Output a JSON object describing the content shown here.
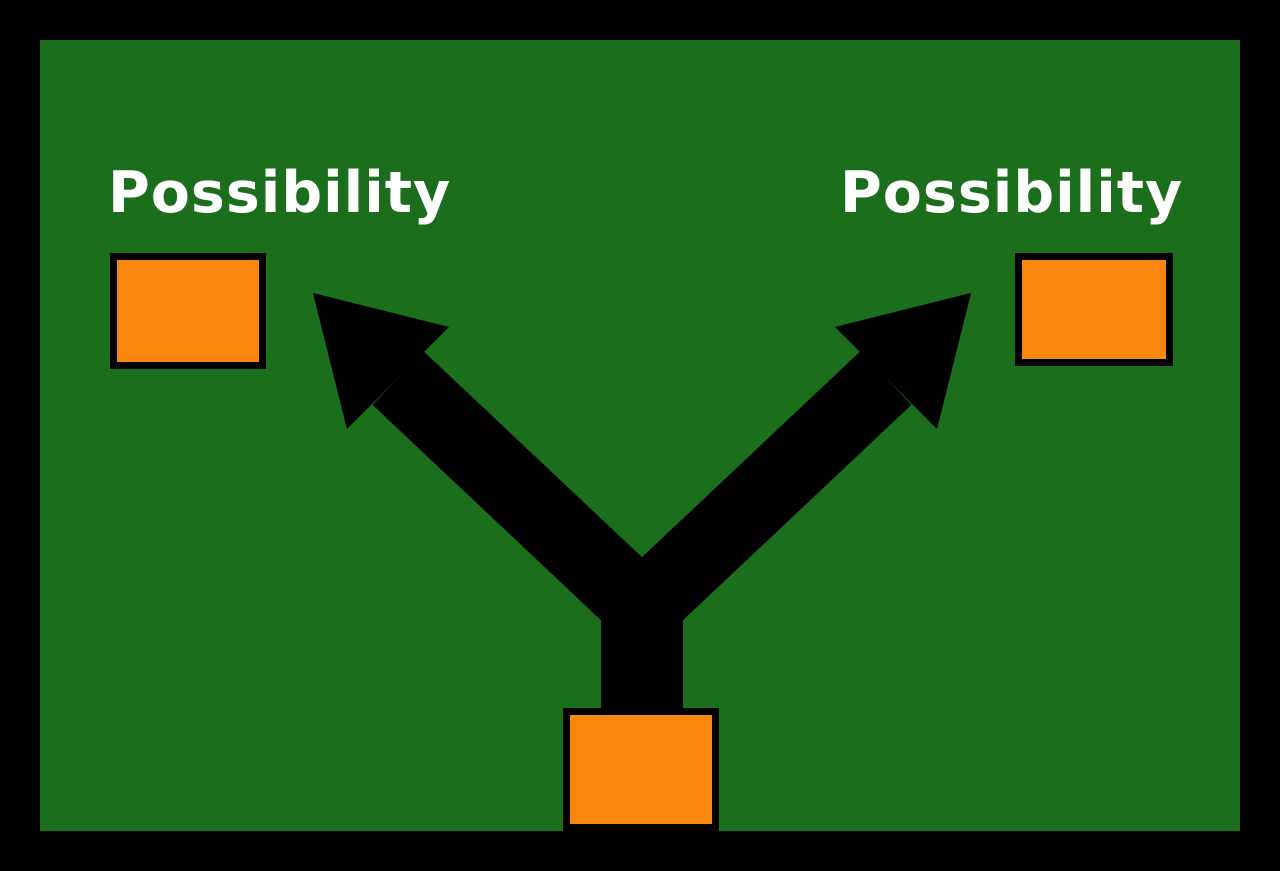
{
  "diagram": {
    "type": "decision-fork",
    "labels": {
      "left": "Possibility",
      "right": "Possibility"
    },
    "shapes": {
      "boxes": [
        "left-possibility-box",
        "right-possibility-box",
        "start-box"
      ],
      "arrow": "y-shaped-double-headed-arrow pointing from start box to both possibilities"
    },
    "colors": {
      "frame": "#000000",
      "background": "#1b6e1b",
      "box_fill": "#f9860d",
      "box_border": "#000000",
      "arrow": "#000000",
      "text": "#ffffff"
    }
  }
}
